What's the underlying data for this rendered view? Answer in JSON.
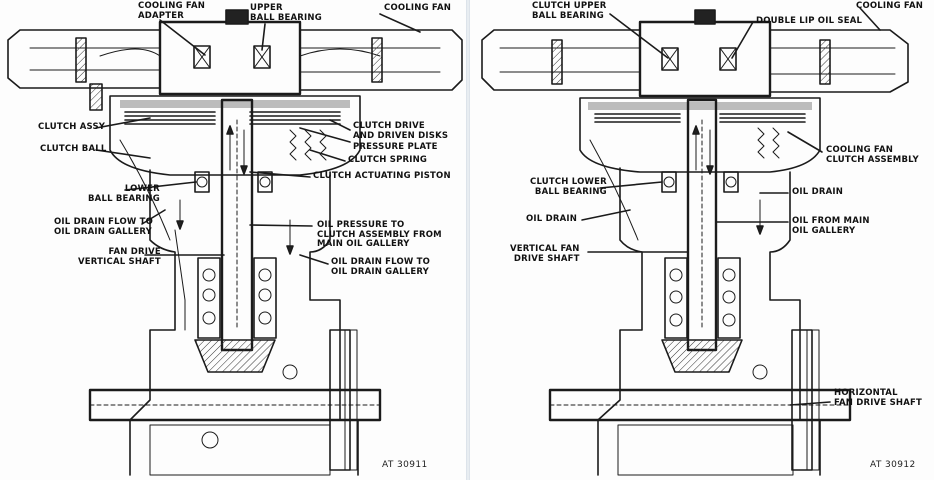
{
  "left_figure": {
    "labels": {
      "cooling_fan_adapter": "COOLING FAN\nADAPTER",
      "upper_ball_bearing": "UPPER\nBALL BEARING",
      "cooling_fan": "COOLING FAN",
      "clutch_assy": "CLUTCH ASSY",
      "clutch_drive_disks": "CLUTCH DRIVE\nAND DRIVEN DISKS",
      "pressure_plate": "PRESSURE PLATE",
      "clutch_ball": "CLUTCH BALL",
      "clutch_spring": "CLUTCH SPRING",
      "clutch_actuating_piston": "CLUTCH ACTUATING PISTON",
      "lower_ball_bearing": "LOWER\nBALL BEARING",
      "oil_drain_flow_gallery": "OIL DRAIN FLOW TO\nOIL DRAIN GALLERY",
      "oil_pressure": "OIL PRESSURE TO\nCLUTCH ASSEMBLY FROM\nMAIN OIL GALLERY",
      "fan_drive_vertical_shaft": "FAN DRIVE\nVERTICAL SHAFT",
      "oil_drain_flow_gallery_right": "OIL DRAIN FLOW TO\nOIL DRAIN GALLERY"
    },
    "figure_number": "AT 30911"
  },
  "right_figure": {
    "labels": {
      "clutch_upper_ball_bearing": "CLUTCH UPPER\nBALL BEARING",
      "double_lip_oil_seal": "DOUBLE LIP OIL SEAL",
      "cooling_fan": "COOLING FAN",
      "cooling_fan_clutch_assembly": "COOLING FAN\nCLUTCH ASSEMBLY",
      "clutch_lower_ball_bearing": "CLUTCH LOWER\nBALL BEARING",
      "oil_drain_right": "OIL DRAIN",
      "oil_drain_left": "OIL DRAIN",
      "oil_from_main_gallery": "OIL FROM MAIN\nOIL GALLERY",
      "vertical_fan_drive_shaft": "VERTICAL FAN\nDRIVE SHAFT",
      "horizontal_fan_drive_shaft": "HORIZONTAL\nFAN DRIVE SHAFT"
    },
    "figure_number": "AT 30912"
  }
}
